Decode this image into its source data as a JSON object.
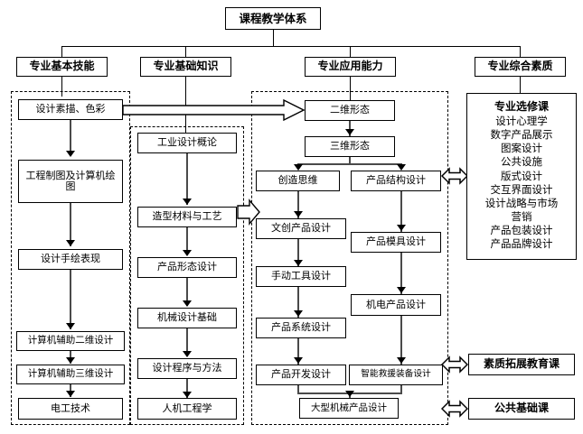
{
  "diagram": {
    "title": "课程教学体系",
    "type": "flowchart",
    "root": {
      "label": "课程教学体系"
    },
    "categories": [
      {
        "id": "basic-skills",
        "label": "专业基本技能"
      },
      {
        "id": "basic-knowledge",
        "label": "专业基础知识"
      },
      {
        "id": "applied-ability",
        "label": "专业应用能力"
      },
      {
        "id": "comprehensive",
        "label": "专业综合素质"
      }
    ],
    "column_basic_skills": {
      "nodes": [
        {
          "id": "sketch-color",
          "label": "设计素描、色彩"
        },
        {
          "id": "eng-drawing",
          "label": "工程制图及计算机绘图"
        },
        {
          "id": "hand-drawing",
          "label": "设计手绘表现"
        },
        {
          "id": "cad-2d",
          "label": "计算机辅助二维设计"
        },
        {
          "id": "cad-3d",
          "label": "计算机辅助三维设计"
        },
        {
          "id": "electrotech",
          "label": "电工技术"
        }
      ]
    },
    "column_basic_knowledge": {
      "nodes": [
        {
          "id": "intro-id",
          "label": "工业设计概论"
        },
        {
          "id": "materials",
          "label": "造型材料与工艺"
        },
        {
          "id": "product-form",
          "label": "产品形态设计"
        },
        {
          "id": "mech-design",
          "label": "机械设计基础"
        },
        {
          "id": "design-method",
          "label": "设计程序与方法"
        },
        {
          "id": "ergonomics",
          "label": "人机工程学"
        }
      ]
    },
    "column_applied_ability": {
      "nodes": [
        {
          "id": "form-2d",
          "label": "二维形态"
        },
        {
          "id": "form-3d",
          "label": "三维形态"
        },
        {
          "id": "creative-think",
          "label": "创造思维"
        },
        {
          "id": "product-struct",
          "label": "产品结构设计"
        },
        {
          "id": "cultural-prod",
          "label": "文创产品设计"
        },
        {
          "id": "product-mold",
          "label": "产品模具设计"
        },
        {
          "id": "hand-tool",
          "label": "手动工具设计"
        },
        {
          "id": "product-system",
          "label": "产品系统设计"
        },
        {
          "id": "electromech",
          "label": "机电产品设计"
        },
        {
          "id": "product-dev",
          "label": "产品开发设计"
        },
        {
          "id": "rescue-equip",
          "label": "智能救援装备设计"
        },
        {
          "id": "large-machine",
          "label": "大型机械产品设计"
        }
      ]
    },
    "column_comprehensive": {
      "electives": {
        "header": "专业选修课",
        "items": [
          "设计心理学",
          "数字产品展示",
          "图案设计",
          "公共设施",
          "版式设计",
          "交互界面设计",
          "设计战略与市场",
          "营销",
          "产品包装设计",
          "产品品牌设计"
        ]
      },
      "extra_boxes": [
        {
          "id": "quality-edu",
          "label": "素质拓展教育课"
        },
        {
          "id": "public-base",
          "label": "公共基础课"
        }
      ]
    },
    "connectors": [
      {
        "id": "arrow-sketch-to-form2d",
        "kind": "hollow-right-long"
      },
      {
        "id": "arrow-materials-to-cultural",
        "kind": "hollow-right-short"
      },
      {
        "id": "arrow-applied-to-electives",
        "kind": "hollow-double"
      },
      {
        "id": "arrow-quality-edu",
        "kind": "hollow-double"
      },
      {
        "id": "arrow-public-base",
        "kind": "hollow-double"
      }
    ],
    "colors": {
      "stroke": "#000000",
      "background": "#ffffff",
      "connector": "#4a4a4a"
    }
  }
}
